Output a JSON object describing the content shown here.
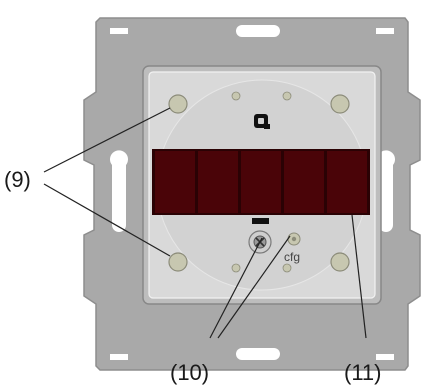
{
  "callouts": {
    "mounting_screws": "(9)",
    "config_elements": "(10)",
    "solar_panel": "(11)"
  },
  "device": {
    "cfg_label": "cfg",
    "logo_icon": "q-logo-icon"
  },
  "colors": {
    "frame": "#a9a9a9",
    "frame_edge": "#8e8e8e",
    "plate": "#cfcfcf",
    "plate_inner": "#dadada",
    "disc": "#d4d4d4",
    "solar_cell": "#4a0408",
    "screw_head": "#c7c7b0",
    "leader_line": "#222222"
  }
}
